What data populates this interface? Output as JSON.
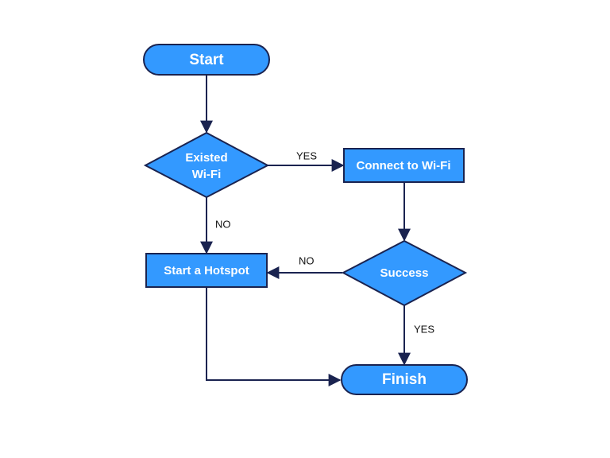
{
  "colors": {
    "node_fill": "#3399FF",
    "node_stroke": "#1A2350",
    "node_text": "#FFFFFF",
    "line": "#1A2350"
  },
  "nodes": {
    "start": {
      "label": "Start",
      "shape": "terminal"
    },
    "existed_wifi": {
      "label_line1": "Existed",
      "label_line2": "Wi-Fi",
      "shape": "decision"
    },
    "connect_wifi": {
      "label": "Connect to Wi-Fi",
      "shape": "process"
    },
    "start_hotspot": {
      "label": "Start a Hotspot",
      "shape": "process"
    },
    "success": {
      "label": "Success",
      "shape": "decision"
    },
    "finish": {
      "label": "Finish",
      "shape": "terminal"
    }
  },
  "edges": {
    "existed_yes": "YES",
    "existed_no": "NO",
    "success_no": "NO",
    "success_yes": "YES"
  }
}
